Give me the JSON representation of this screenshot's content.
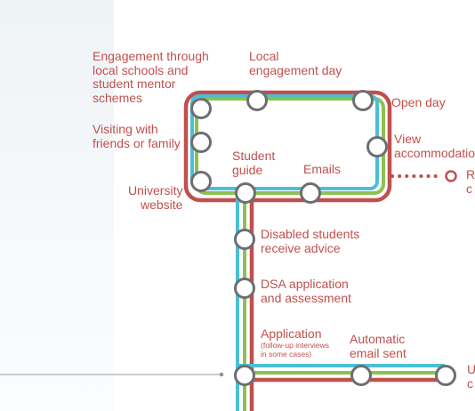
{
  "colors": {
    "red": "#c0504d",
    "blue": "#4bbfd6",
    "green": "#8cc152",
    "node_fill": "#ffffff",
    "node_stroke": "#6d6e71",
    "pointer": "#9a9a9a"
  },
  "labels": {
    "engagement": "Engagement through\nlocal schools and\nstudent mentor\nschemes",
    "local_day": "Local\nengagement day",
    "open_day": "Open day",
    "visiting": "Visiting with\nfriends or family",
    "view_accom": "View\naccommodation",
    "student_guide": "Student\nguide",
    "emails": "Emails",
    "university_website": "University\nwebsite",
    "offscreen_top": "R\nc",
    "disabled": "Disabled students\nreceive advice",
    "dsa": "DSA application\nand assessment",
    "application": "Application",
    "application_note": "(follow-up interviews\nin some cases)",
    "auto_email": "Automatic\nemail sent",
    "offscreen_bottom": "U\nc"
  }
}
